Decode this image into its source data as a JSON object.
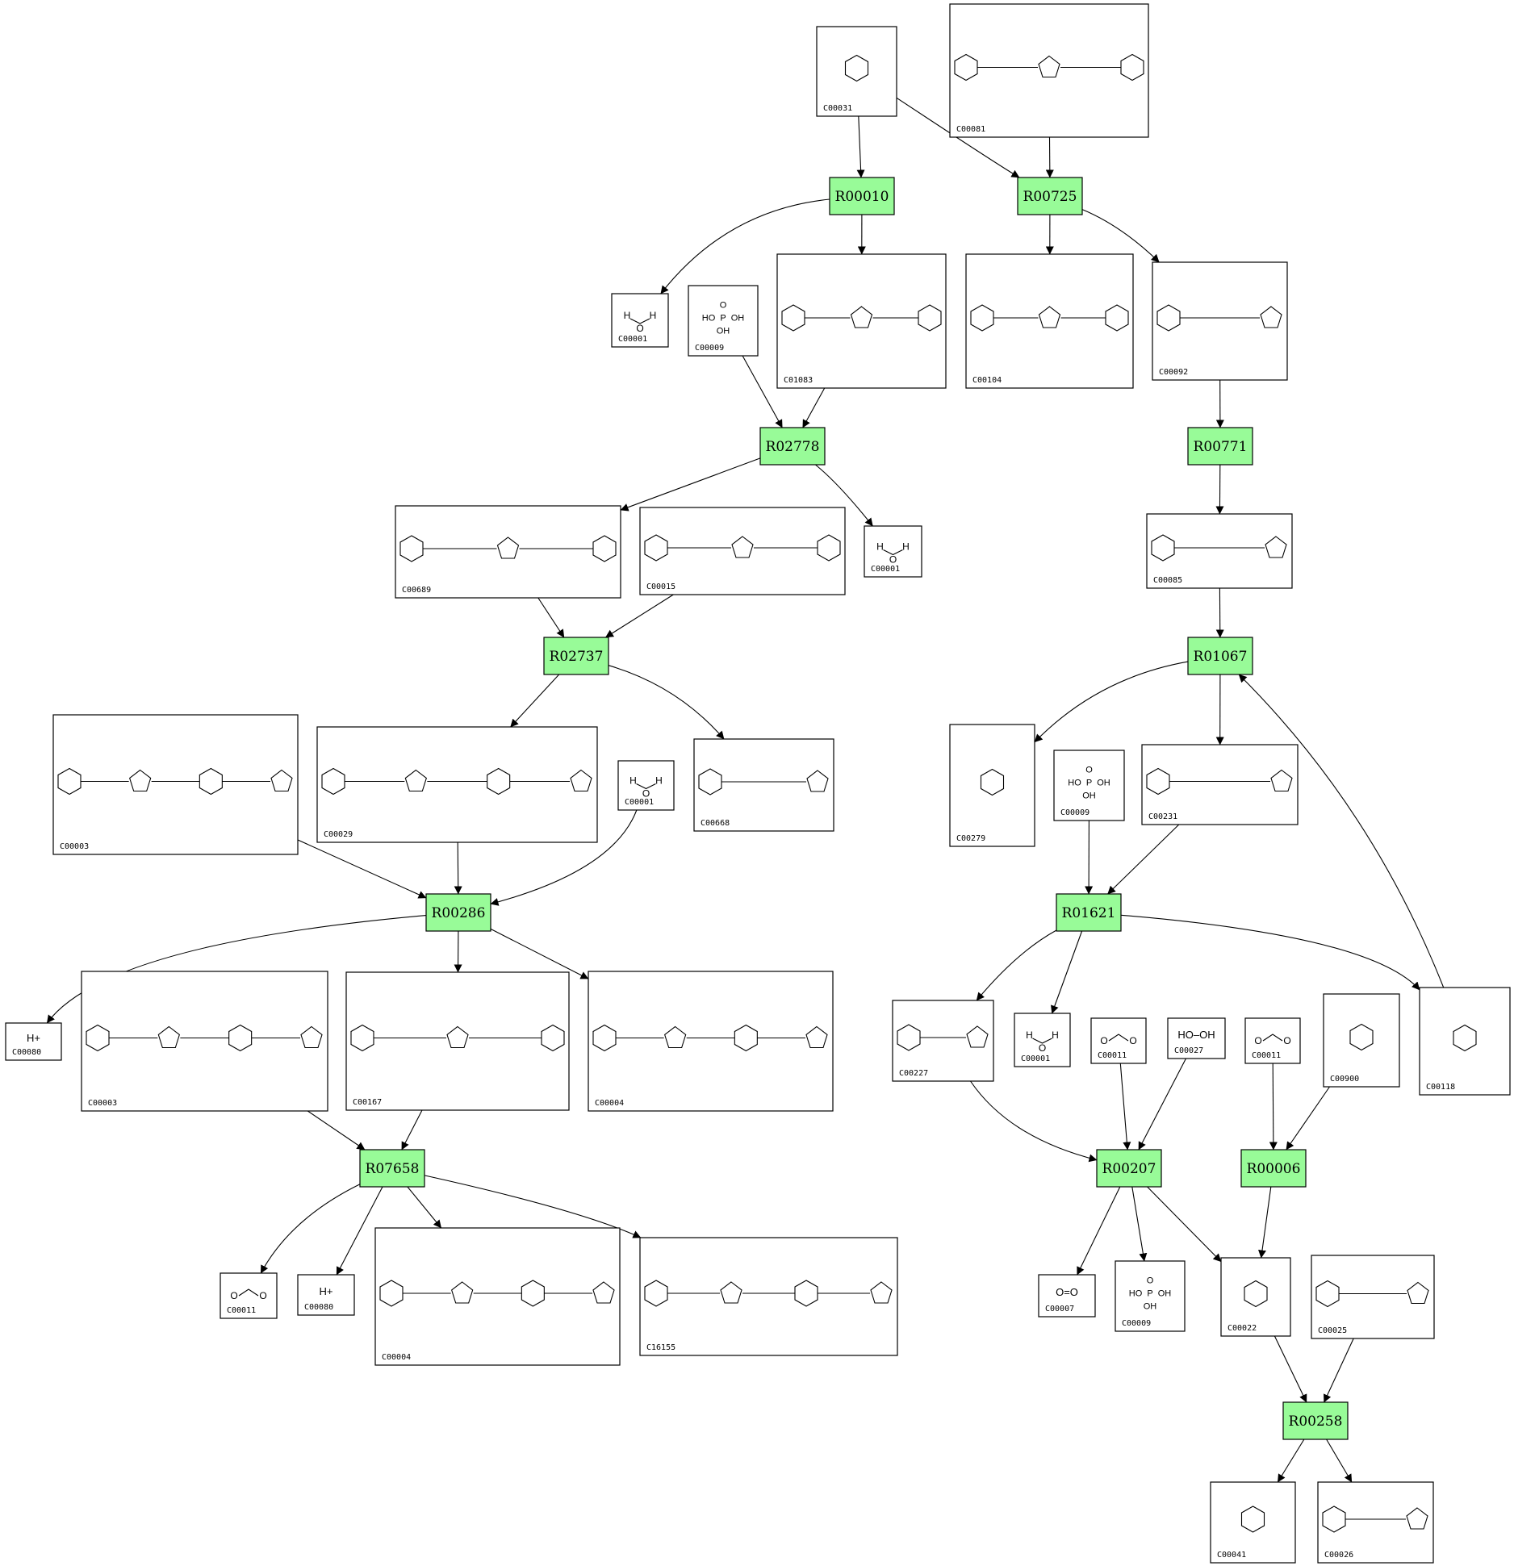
{
  "reactions": [
    "R00010",
    "R00725",
    "R02778",
    "R00771",
    "R02737",
    "R01067",
    "R00286",
    "R01621",
    "R07658",
    "R00207",
    "R00006",
    "R00258"
  ],
  "compounds": [
    {
      "id": "C00031",
      "label": "C00031"
    },
    {
      "id": "C00081",
      "label": "C00081"
    },
    {
      "id": "C00001a",
      "label": "C00001"
    },
    {
      "id": "C00009a",
      "label": "C00009"
    },
    {
      "id": "C01083",
      "label": "C01083"
    },
    {
      "id": "C00104",
      "label": "C00104"
    },
    {
      "id": "C00092",
      "label": "C00092"
    },
    {
      "id": "C00689",
      "label": "C00689"
    },
    {
      "id": "C00015",
      "label": "C00015"
    },
    {
      "id": "C00001b",
      "label": "C00001"
    },
    {
      "id": "C00085",
      "label": "C00085"
    },
    {
      "id": "C00003a",
      "label": "C00003"
    },
    {
      "id": "C00029",
      "label": "C00029"
    },
    {
      "id": "C00001c",
      "label": "C00001"
    },
    {
      "id": "C00668",
      "label": "C00668"
    },
    {
      "id": "C00279",
      "label": "C00279"
    },
    {
      "id": "C00009b",
      "label": "C00009"
    },
    {
      "id": "C00231",
      "label": "C00231"
    },
    {
      "id": "C00080a",
      "label": "C00080",
      "formula": "H+"
    },
    {
      "id": "C00003b",
      "label": "C00003"
    },
    {
      "id": "C00167",
      "label": "C00167"
    },
    {
      "id": "C00004a",
      "label": "C00004"
    },
    {
      "id": "C00227",
      "label": "C00227"
    },
    {
      "id": "C00001d",
      "label": "C00001"
    },
    {
      "id": "C00011a",
      "label": "C00011"
    },
    {
      "id": "C00027",
      "label": "C00027",
      "formula": "HO–OH"
    },
    {
      "id": "C00011b",
      "label": "C00011"
    },
    {
      "id": "C00900",
      "label": "C00900"
    },
    {
      "id": "C00118",
      "label": "C00118"
    },
    {
      "id": "C00011c",
      "label": "C00011"
    },
    {
      "id": "C00080b",
      "label": "C00080",
      "formula": "H+"
    },
    {
      "id": "C00004b",
      "label": "C00004"
    },
    {
      "id": "C16155",
      "label": "C16155"
    },
    {
      "id": "C00007",
      "label": "C00007",
      "formula": "O=O"
    },
    {
      "id": "C00009c",
      "label": "C00009"
    },
    {
      "id": "C00022",
      "label": "C00022"
    },
    {
      "id": "C00025",
      "label": "C00025"
    },
    {
      "id": "C00041",
      "label": "C00041"
    },
    {
      "id": "C00026",
      "label": "C00026"
    }
  ],
  "colors": {
    "reaction_fill": "#98fb98",
    "edge": "#000000",
    "box_border": "#000000"
  }
}
